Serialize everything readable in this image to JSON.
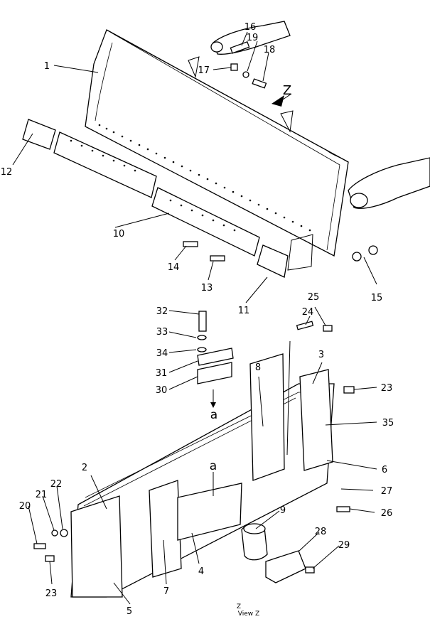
{
  "callouts": {
    "c1": "1",
    "c2": "2",
    "c3": "3",
    "c4": "4",
    "c5": "5",
    "c6": "6",
    "c7": "7",
    "c8": "8",
    "c9": "9",
    "c10": "10",
    "c11": "11",
    "c12": "12",
    "c13": "13",
    "c14": "14",
    "c15": "15",
    "c16": "16",
    "c17": "17",
    "c18": "18",
    "c19": "19",
    "c20": "20",
    "c21": "21",
    "c22": "22",
    "c23a": "23",
    "c23b": "23",
    "c24": "24",
    "c25": "25",
    "c26": "26",
    "c27": "27",
    "c28": "28",
    "c29": "29",
    "c30": "30",
    "c31": "31",
    "c32": "32",
    "c33": "33",
    "c34": "34",
    "c35": "35"
  },
  "view_arrow_letter": "Z",
  "section_letter_top": "a",
  "section_letter_bottom": "a",
  "footer": {
    "view_label": "View Z",
    "view_letter": "Z"
  }
}
